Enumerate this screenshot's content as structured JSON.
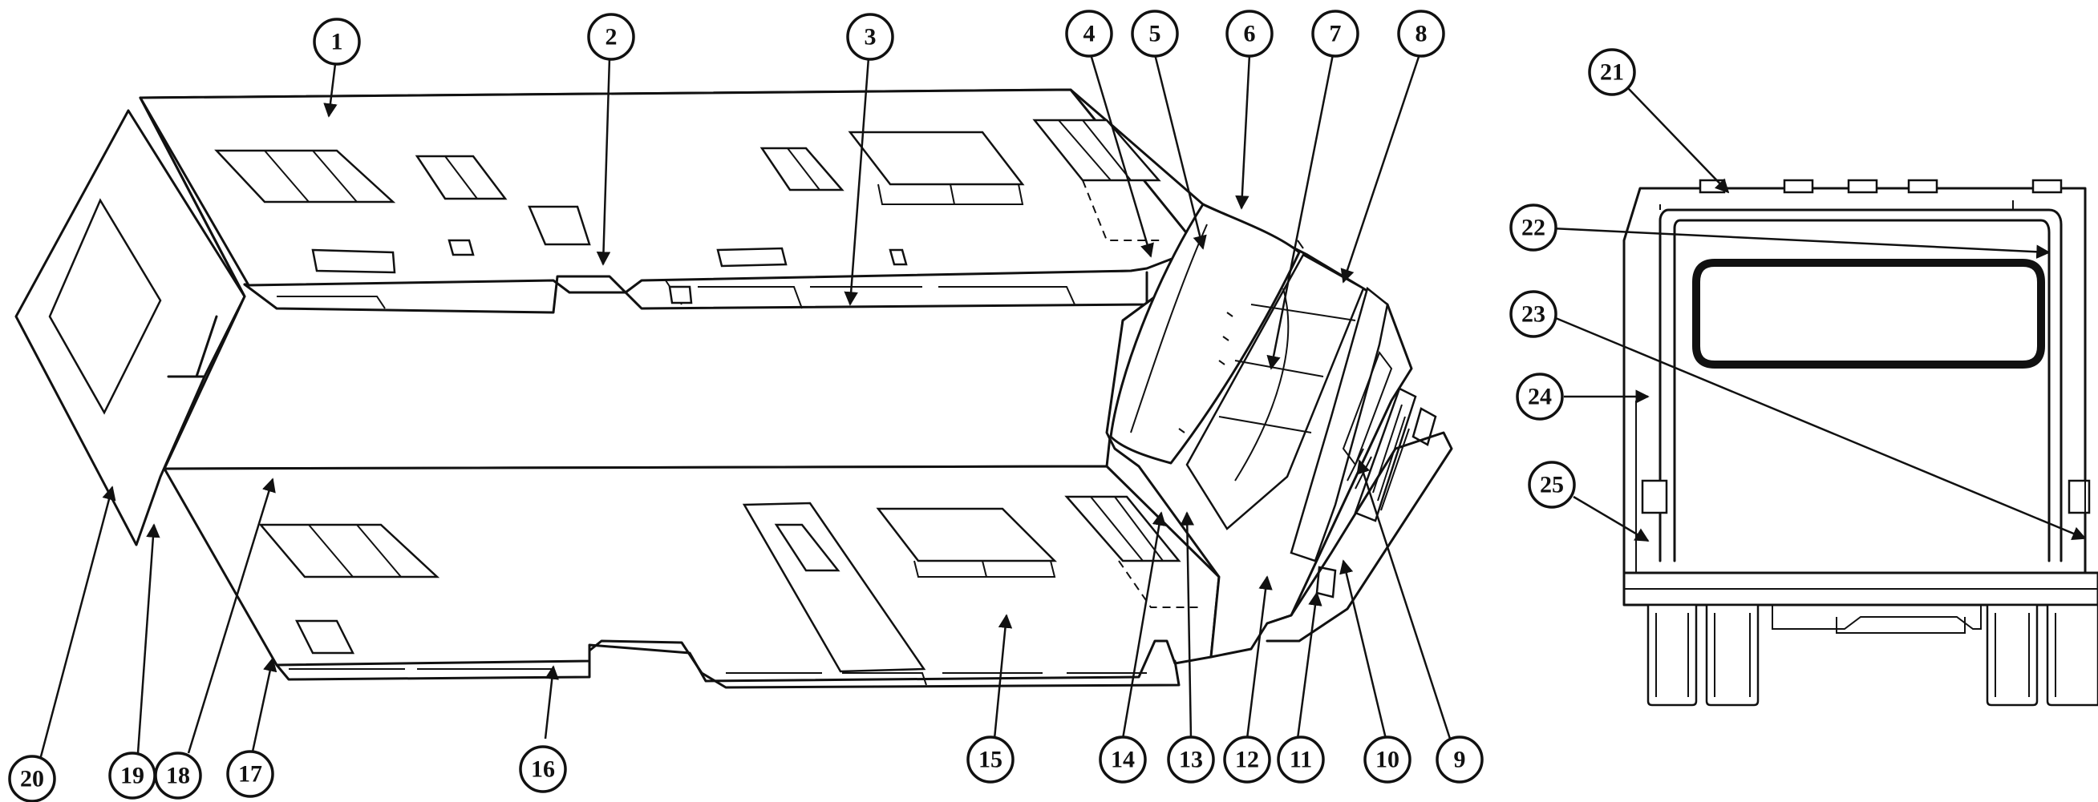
{
  "callouts": [
    {
      "num": "1"
    },
    {
      "num": "2"
    },
    {
      "num": "3"
    },
    {
      "num": "4"
    },
    {
      "num": "5"
    },
    {
      "num": "6"
    },
    {
      "num": "7"
    },
    {
      "num": "8"
    },
    {
      "num": "9"
    },
    {
      "num": "10"
    },
    {
      "num": "11"
    },
    {
      "num": "12"
    },
    {
      "num": "13"
    },
    {
      "num": "14"
    },
    {
      "num": "15"
    },
    {
      "num": "16"
    },
    {
      "num": "17"
    },
    {
      "num": "18"
    },
    {
      "num": "19"
    },
    {
      "num": "20"
    },
    {
      "num": "21"
    },
    {
      "num": "22"
    },
    {
      "num": "23"
    },
    {
      "num": "24"
    },
    {
      "num": "25"
    }
  ]
}
